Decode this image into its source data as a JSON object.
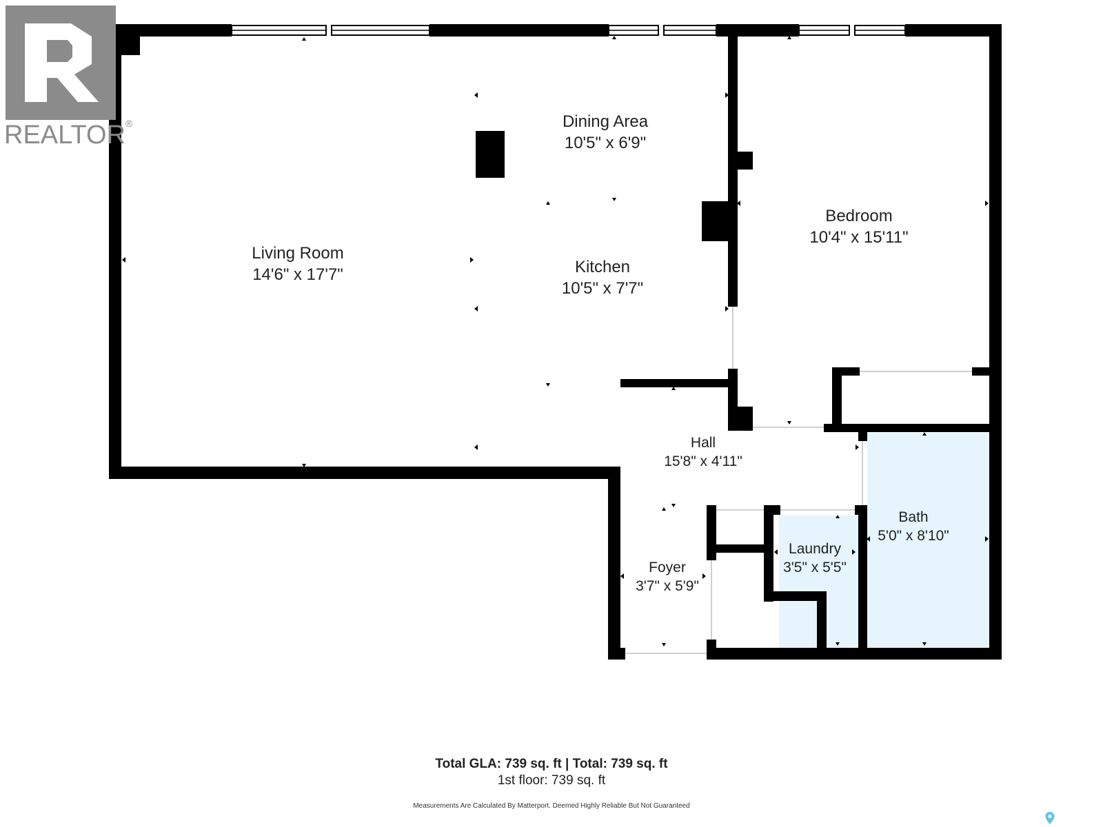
{
  "brand": {
    "logo_text": "REALTOR",
    "logo_mark": "®"
  },
  "rooms": {
    "living": {
      "name": "Living Room",
      "dims": "14'6\" x 17'7\""
    },
    "dining": {
      "name": "Dining Area",
      "dims": "10'5\" x 6'9\""
    },
    "kitchen": {
      "name": "Kitchen",
      "dims": "10'5\" x 7'7\""
    },
    "bedroom": {
      "name": "Bedroom",
      "dims": "10'4\" x 15'11\""
    },
    "hall": {
      "name": "Hall",
      "dims": "15'8\" x 4'11\""
    },
    "foyer": {
      "name": "Foyer",
      "dims": "3'7\" x 5'9\""
    },
    "laundry": {
      "name": "Laundry",
      "dims": "3'5\" x 5'5\""
    },
    "bath": {
      "name": "Bath",
      "dims": "5'0\" x 8'10\""
    }
  },
  "totals": {
    "gla": "Total GLA: 739 sq. ft | Total: 739 sq. ft",
    "floor": "1st floor: 739 sq. ft"
  },
  "disclaimer": "Measurements Are Calculated By Matterport. Deemed Highly Reliable But Not Guaranteed",
  "colors": {
    "wall": "#000000",
    "wet_room_fill": "#e6f4fd",
    "logo": "#8b8b8b",
    "pin": "#5ec4e8"
  },
  "icons": {
    "logo": "realtor-logo-icon",
    "pin": "location-pin-icon"
  }
}
